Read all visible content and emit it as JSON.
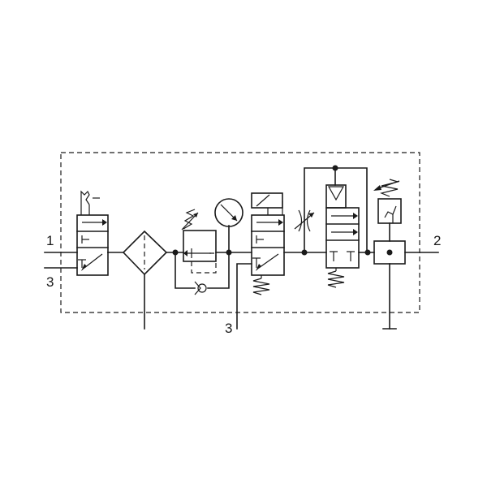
{
  "diagram": {
    "ports": {
      "inlet": "1",
      "exhaust_left": "3",
      "exhaust_bottom": "3",
      "outlet": "2"
    }
  }
}
